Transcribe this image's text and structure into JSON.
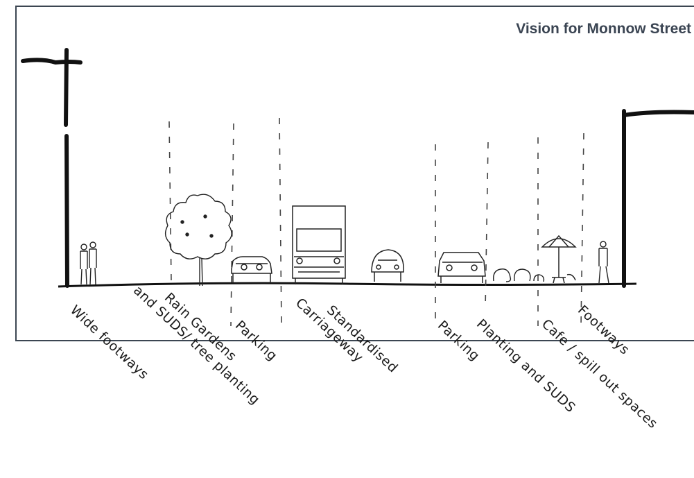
{
  "title": "Vision for Monnow Street",
  "labels": {
    "wide_footways": "Wide footways",
    "rain_gardens_1": "Rain Gardens",
    "rain_gardens_2": "and SUDS/ tree planting",
    "parking_left": "Parking",
    "carriageway_1": "Standardised",
    "carriageway_2": "Carriageway",
    "parking_right": "Parking",
    "planting_suds": "Planting and SUDS",
    "cafe": "Cafe / spill out spaces",
    "footways": "Footways"
  },
  "colors": {
    "frame": "#3c4652",
    "title": "#3a4452",
    "ink": "#111111"
  }
}
